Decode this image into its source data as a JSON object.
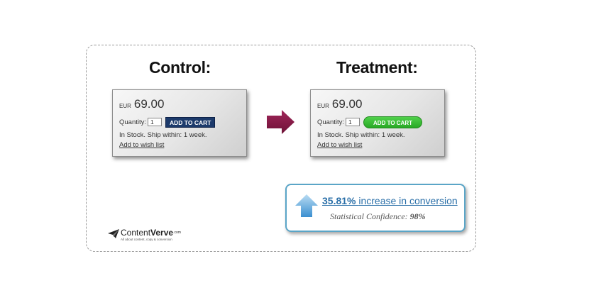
{
  "headings": {
    "control": "Control:",
    "treatment": "Treatment:"
  },
  "control": {
    "currency": "EUR",
    "price": "69.00",
    "quantity_label": "Quantity:",
    "quantity_value": "1",
    "button_label": "ADD TO CART",
    "stock_text": "In Stock. Ship within: 1 week.",
    "wishlist_link": "Add to wish list",
    "button_color": "#1c3a6b"
  },
  "treatment": {
    "currency": "EUR",
    "price": "69.00",
    "quantity_label": "Quantity:",
    "quantity_value": "1",
    "button_label": "ADD TO CART",
    "stock_text": "In Stock. Ship within: 1 week.",
    "wishlist_link": "Add to wish list",
    "button_color": "#2fb52b"
  },
  "result": {
    "percent": "35.81%",
    "increase_text": "increase in conversion",
    "confidence_label": "Statistical Confidence:",
    "confidence_value": "98%"
  },
  "logo": {
    "name_prefix": "Content",
    "name_bold": "Verve",
    "name_suffix": ".com",
    "tagline": "All about content, copy & conversion"
  },
  "colors": {
    "arrow": "#8a1c49",
    "accent_blue": "#2a6fa8",
    "callout_border": "#5aa5c7"
  },
  "icons": {
    "middle_arrow": "right-arrow-icon",
    "result_arrow": "up-arrow-icon",
    "logo_mark": "paper-plane-icon"
  }
}
